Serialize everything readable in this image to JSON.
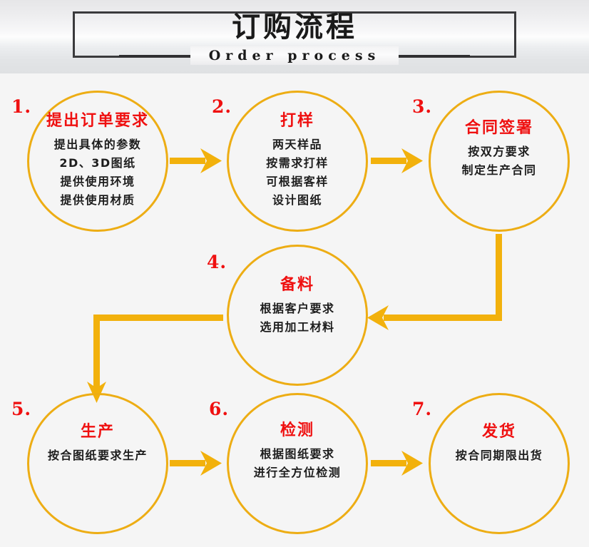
{
  "header": {
    "title": "订购流程",
    "subtitle": "Order process"
  },
  "colors": {
    "accent": "#EDAD14",
    "arrow": "#F2B10C",
    "title_red": "#EF1010",
    "body_black": "#1D1D1D",
    "frame_border": "#3A3A3C",
    "banner_bg": "#E8E8EA",
    "page_bg": "#F5F5F5"
  },
  "nodes": [
    {
      "number": "1.",
      "title": "提出订单要求",
      "lines": [
        "提出具体的参数",
        "2D、3D图纸",
        "提供使用环境",
        "提供使用材质"
      ]
    },
    {
      "number": "2.",
      "title": "打样",
      "lines": [
        "两天样品",
        "按需求打样",
        "可根据客样",
        "设计图纸"
      ]
    },
    {
      "number": "3.",
      "title": "合同签署",
      "lines": [
        "按双方要求",
        "制定生产合同"
      ]
    },
    {
      "number": "4.",
      "title": "备料",
      "lines": [
        "根据客户要求",
        "选用加工材料"
      ]
    },
    {
      "number": "5.",
      "title": "生产",
      "lines": [
        "按合图纸要求生产"
      ]
    },
    {
      "number": "6.",
      "title": "检测",
      "lines": [
        "根据图纸要求",
        "进行全方位检测"
      ]
    },
    {
      "number": "7.",
      "title": "发货",
      "lines": [
        "按合同期限出货"
      ]
    }
  ],
  "connectors": [
    {
      "name": "arrow-1-to-2",
      "from": "1",
      "to": "2",
      "direction": "right"
    },
    {
      "name": "arrow-2-to-3",
      "from": "2",
      "to": "3",
      "direction": "right"
    },
    {
      "name": "arrow-3-to-4",
      "from": "3",
      "to": "4",
      "direction": "down-then-left"
    },
    {
      "name": "arrow-4-to-5",
      "from": "4",
      "to": "5",
      "direction": "left-then-down"
    },
    {
      "name": "arrow-5-to-6",
      "from": "5",
      "to": "6",
      "direction": "right"
    },
    {
      "name": "arrow-6-to-7",
      "from": "6",
      "to": "7",
      "direction": "right"
    }
  ]
}
